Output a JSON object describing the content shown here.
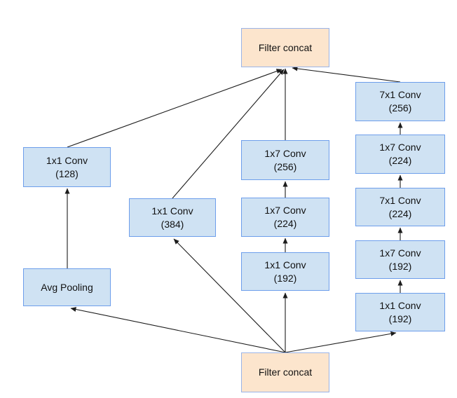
{
  "colors": {
    "node_fill": "#cfe2f3",
    "node_border": "#6d9eeb",
    "concat_fill": "#fce5cd",
    "concat_border": "#9ab4e8",
    "arrow": "#1c1c1c"
  },
  "nodes": {
    "concat_top": {
      "label": "Filter concat"
    },
    "b1_conv128": {
      "name": "1x1 Conv",
      "size": "(128)"
    },
    "b1_avgpool": {
      "label": "Avg Pooling"
    },
    "b2_conv384": {
      "name": "1x1 Conv",
      "size": "(384)"
    },
    "b3_conv256": {
      "name": "1x7 Conv",
      "size": "(256)"
    },
    "b3_conv224": {
      "name": "1x7 Conv",
      "size": "(224)"
    },
    "b3_conv192": {
      "name": "1x1 Conv",
      "size": "(192)"
    },
    "b4_conv256": {
      "name": "7x1 Conv",
      "size": "(256)"
    },
    "b4_conv224a": {
      "name": "1x7 Conv",
      "size": "(224)"
    },
    "b4_conv224b": {
      "name": "7x1 Conv",
      "size": "(224)"
    },
    "b4_conv192a": {
      "name": "1x7 Conv",
      "size": "(192)"
    },
    "b4_conv192b": {
      "name": "1x1 Conv",
      "size": "(192)"
    },
    "concat_bottom": {
      "label": "Filter concat"
    }
  },
  "edges": [
    {
      "from": "concat_bottom",
      "to": "b1_avgpool"
    },
    {
      "from": "b1_avgpool",
      "to": "b1_conv128"
    },
    {
      "from": "b1_conv128",
      "to": "concat_top"
    },
    {
      "from": "concat_bottom",
      "to": "b2_conv384"
    },
    {
      "from": "b2_conv384",
      "to": "concat_top"
    },
    {
      "from": "concat_bottom",
      "to": "b3_conv192"
    },
    {
      "from": "b3_conv192",
      "to": "b3_conv224"
    },
    {
      "from": "b3_conv224",
      "to": "b3_conv256"
    },
    {
      "from": "b3_conv256",
      "to": "concat_top"
    },
    {
      "from": "concat_bottom",
      "to": "b4_conv192b"
    },
    {
      "from": "b4_conv192b",
      "to": "b4_conv192a"
    },
    {
      "from": "b4_conv192a",
      "to": "b4_conv224b"
    },
    {
      "from": "b4_conv224b",
      "to": "b4_conv224a"
    },
    {
      "from": "b4_conv224a",
      "to": "b4_conv256"
    },
    {
      "from": "b4_conv256",
      "to": "concat_top"
    }
  ]
}
